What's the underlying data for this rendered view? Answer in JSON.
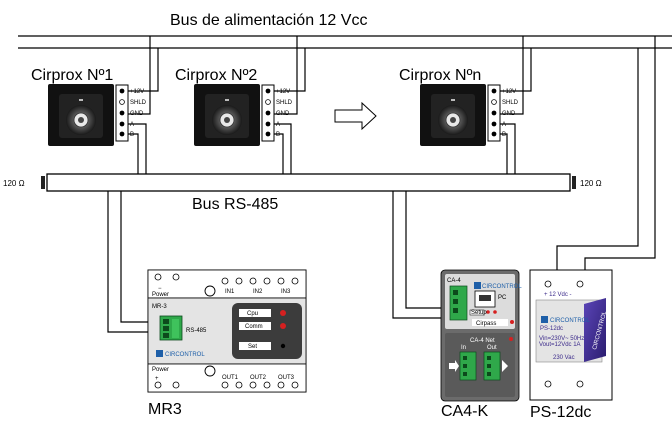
{
  "title": "Bus de alimentación 12 Vcc",
  "bus_rs485": "Bus RS-485",
  "resistor_left": "120 Ω",
  "resistor_right": "120 Ω",
  "readers": {
    "r1": "Cirprox Nº1",
    "r2": "Cirprox Nº2",
    "rn": "Cirprox Nºn"
  },
  "terminals": [
    "+12V",
    "SHLD",
    "GND",
    "A",
    "B"
  ],
  "mr3": {
    "name": "MR3",
    "model": "MR-3",
    "power": "Power",
    "plus": "+",
    "minus": "−",
    "rs485": "RS-485",
    "brand": "CIRCONTROL",
    "inputs": [
      "IN1",
      "IN2",
      "IN3"
    ],
    "outputs": [
      "OUT1",
      "OUT2",
      "OUT3"
    ],
    "leds": [
      "Cpu",
      "Comm"
    ],
    "set": "Set"
  },
  "ca4k": {
    "name": "CA4-K",
    "model": "CA-4",
    "brand": "CIRCONTROL",
    "cirpass": "Cirpass",
    "ca4net": "CA-4 Net",
    "out": "Out",
    "in": "In",
    "pc": "PC",
    "setup": "Setup"
  },
  "ps12": {
    "name": "PS-12dc",
    "out": "+ 12 Vdc -",
    "brand": "CIRCONTROL",
    "model": "PS-12dc",
    "spec1": "Vin=230V~ 50Hz",
    "spec2": "Vout=12Vdc 1A",
    "in": "230 Vac",
    "side": "CIRCONTROL"
  },
  "colors": {
    "brand_blue": "#1e5fa8",
    "ps_purple": "#3b2a8a",
    "led_red": "#d62020",
    "device_gray": "#d9d9d9",
    "terminal_green": "#2fa84a"
  }
}
